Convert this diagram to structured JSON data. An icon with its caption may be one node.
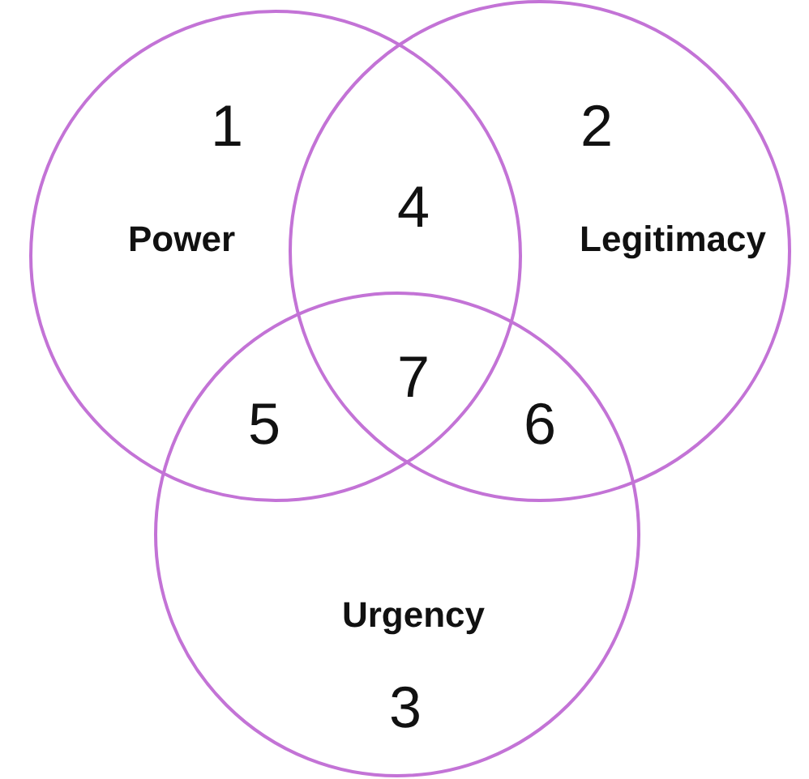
{
  "diagram": {
    "nodes": [
      {
        "text": [
          "Power"
        ]
      },
      {
        "text": [
          "Legitimacy"
        ]
      },
      {
        "text": [
          "Urgency"
        ]
      }
    ],
    "labels": [
      "1",
      "2",
      "4",
      "5",
      "7",
      "6",
      "3"
    ]
  }
}
